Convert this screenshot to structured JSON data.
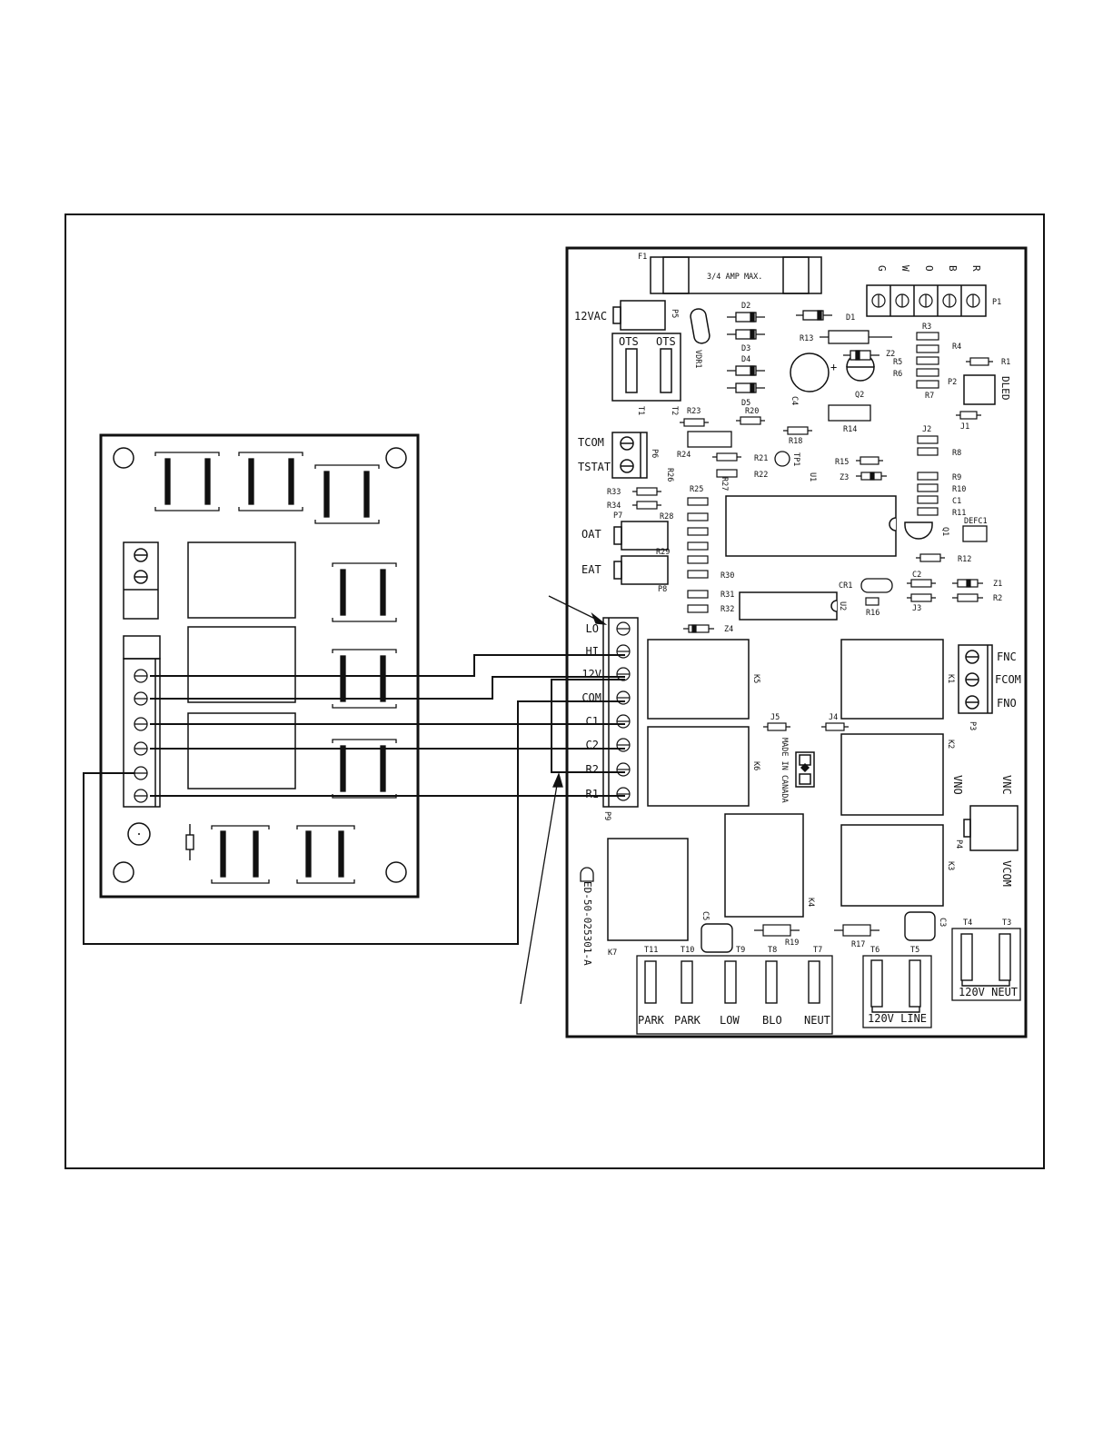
{
  "main_board": {
    "fuse": {
      "id": "F1",
      "label": "3/4 AMP MAX."
    },
    "p1": {
      "id": "P1",
      "terminals": [
        "G",
        "W",
        "O",
        "B",
        "R"
      ]
    },
    "p5": {
      "id": "P5",
      "label": "12VAC"
    },
    "vdr": "VDR1",
    "ots": {
      "left": "OTS",
      "right": "OTS",
      "t1": "T1",
      "t2": "T2"
    },
    "p6": {
      "id": "P6",
      "top": "TCOM",
      "bottom": "TSTAT"
    },
    "p7": {
      "id": "P7",
      "label": "OAT"
    },
    "p8": {
      "id": "P8",
      "label": "EAT"
    },
    "p9": {
      "id": "P9",
      "terminals": [
        "LO",
        "HI",
        "12V",
        "COM",
        "C1",
        "C2",
        "R2",
        "R1"
      ]
    },
    "p3": {
      "id": "P3",
      "terminals": [
        "FNC",
        "FCOM",
        "FNO"
      ]
    },
    "p4": {
      "id": "P4",
      "vno": "VNO",
      "vnc": "VNC",
      "vcom": "VCOM"
    },
    "p2": {
      "id": "P2",
      "label": "DLED"
    },
    "relays": {
      "k1": "K1",
      "k2": "K2",
      "k3": "K3",
      "k4": "K4",
      "k5": "K5",
      "k6": "K6",
      "k7": "K7"
    },
    "made_in": "MADE IN CANADA",
    "part_number": "ED-50-025301-A",
    "bottom_terminals": [
      {
        "id": "T11",
        "label": "PARK"
      },
      {
        "id": "T10",
        "label": "PARK"
      },
      {
        "id": "T9",
        "label": "LOW"
      },
      {
        "id": "T8",
        "label": "BLO"
      },
      {
        "id": "T7",
        "label": "NEUT"
      }
    ],
    "line_terminals": {
      "t6": "T6",
      "t5": "T5",
      "label": "120V LINE"
    },
    "neut_terminals": {
      "t4": "T4",
      "t3": "T3",
      "label": "120V NEUT"
    },
    "parts": {
      "d1": "D1",
      "d2": "D2",
      "d3": "D3",
      "d4": "D4",
      "d5": "D5",
      "r1": "R1",
      "r2": "R2",
      "r3": "R3",
      "r4": "R4",
      "r5": "R5",
      "r6": "R6",
      "r7": "R7",
      "r8": "R8",
      "r9": "R9",
      "r10": "R10",
      "r11": "R11",
      "r12": "R12",
      "r13": "R13",
      "r14": "R14",
      "r15": "R15",
      "r16": "R16",
      "r17": "R17",
      "r18": "R18",
      "r19": "R19",
      "r20": "R20",
      "r21": "R21",
      "r22": "R22",
      "r23": "R23",
      "r24": "R24",
      "r25": "R25",
      "r26": "R26",
      "r27": "R27",
      "r28": "R28",
      "r29": "R29",
      "r30": "R30",
      "r31": "R31",
      "r32": "R32",
      "r33": "R33",
      "r34": "R34",
      "c1": "C1",
      "c2": "C2",
      "c3": "C3",
      "c4": "C4",
      "c5": "C5",
      "z1": "Z1",
      "z2": "Z2",
      "z3": "Z3",
      "z4": "Z4",
      "q1": "Q1",
      "q2": "Q2",
      "u1": "U1",
      "u2": "U2",
      "j1": "J1",
      "j2": "J2",
      "j3": "J3",
      "j4": "J4",
      "j5": "J5",
      "tp1": "TP1",
      "cr1": "CR1",
      "defc1": "DEFC1",
      "plus": "+"
    }
  }
}
